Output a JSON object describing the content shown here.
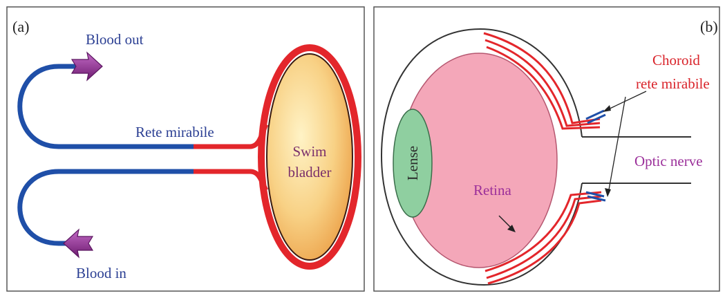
{
  "panels": [
    {
      "id": "a",
      "tag": "(a)",
      "labels": {
        "blood_out": "Blood out",
        "blood_in": "Blood in",
        "rete_mirabile": "Rete mirabile",
        "swim_bladder_line1": "Swim",
        "swim_bladder_line2": "bladder"
      }
    },
    {
      "id": "b",
      "tag": "(b)",
      "labels": {
        "choroid_line1": "Choroid",
        "choroid_line2": "rete mirabile",
        "optic_nerve": "Optic nerve",
        "lense": "Lense",
        "retina": "Retina"
      }
    }
  ],
  "colors": {
    "artery_red": "#e3262b",
    "vein_blue": "#1f4fa8",
    "arrow_purple": "#8a2a8c",
    "label_blue": "#2b3f93",
    "label_red": "#d9232a",
    "label_purple": "#9b2f9a",
    "retina_pink": "#f4a7b9",
    "lens_green": "#8fcfa0",
    "bladder_yellow": "#f5c66b"
  }
}
